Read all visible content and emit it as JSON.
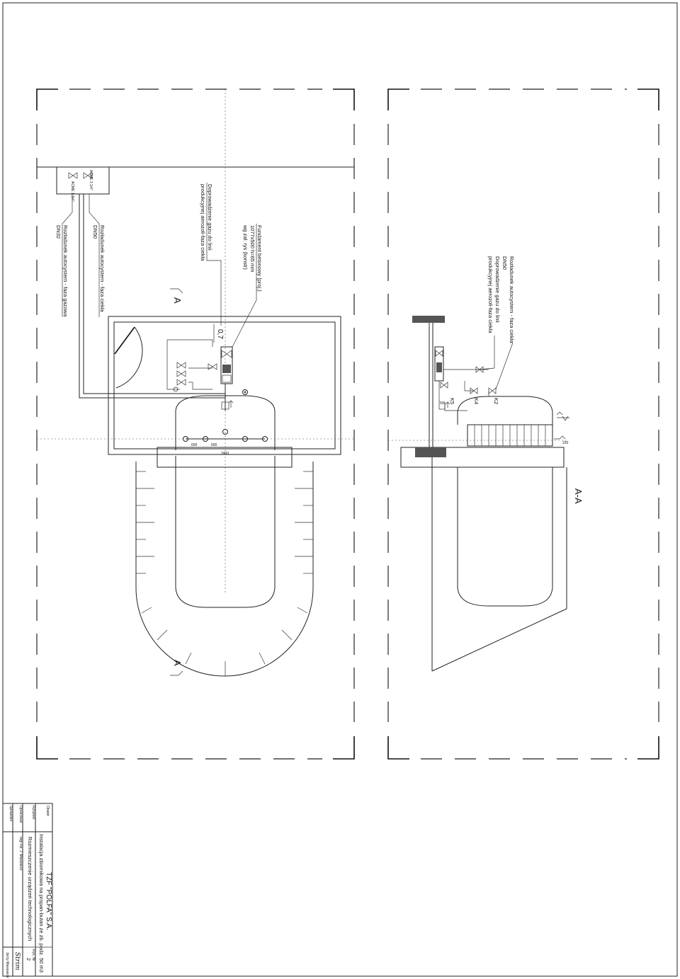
{
  "labels": {
    "pipe_liquid_top": "Rozładunek autocystern - faza ciekła",
    "pipe_liquid_dn": "DN50",
    "pipe_gas_top": "Rozładunek autocystern - faza gazowa",
    "pipe_gas_dn": "DN32",
    "gas_line_1": "Doprowadzenie gazu do linii",
    "gas_line_2": "produkcyjnej aerozoli-faza ciekła",
    "foundation_1": "Fundament betonowy (proj.)",
    "foundation_2": "1077x500 h=65 mm",
    "foundation_3": "wg zał. rys (konstr)",
    "section_mark_top": "A",
    "section_mark_bottom": "A",
    "level_value": "0,7",
    "valve_label_1": "ACME 3 1/4\"",
    "valve_label_2": "ACME 1 3/4\"",
    "dim_600_a": "600",
    "dim_600_b": "600",
    "dim_2400": "2400",
    "section_title": "A-A",
    "sec_liquid": "Rozładunek autocystern - faza ciekła",
    "sec_dn": "DN50",
    "sec_gas_1": "Doprowadzenie gazu do linii",
    "sec_gas_2": "produkcyjnej aerozoli-faza ciekła",
    "k2": "K2",
    "k4": "K4",
    "k5": "K5",
    "dim_220": "220"
  },
  "title_block": {
    "object_label": "Obiekt",
    "company": "TZF \"POLFA\" S.A.",
    "object_value": "Instalacja zbiornikowa na propan-butan ze zb. podz. 50 m3",
    "drawing_label": "Rysunek",
    "drawing_value": "Rozmieszczenie urządzeń technologicznych",
    "drawing_no_label": "Rys. Nr",
    "drawing_no": "2",
    "designed_label": "Opracował",
    "designer": "mgr inż. J. Masiewicz",
    "checked_label": "Sprawdził",
    "firm_logo": "Strim",
    "firm_name": "Jerzy Masiewicz"
  }
}
